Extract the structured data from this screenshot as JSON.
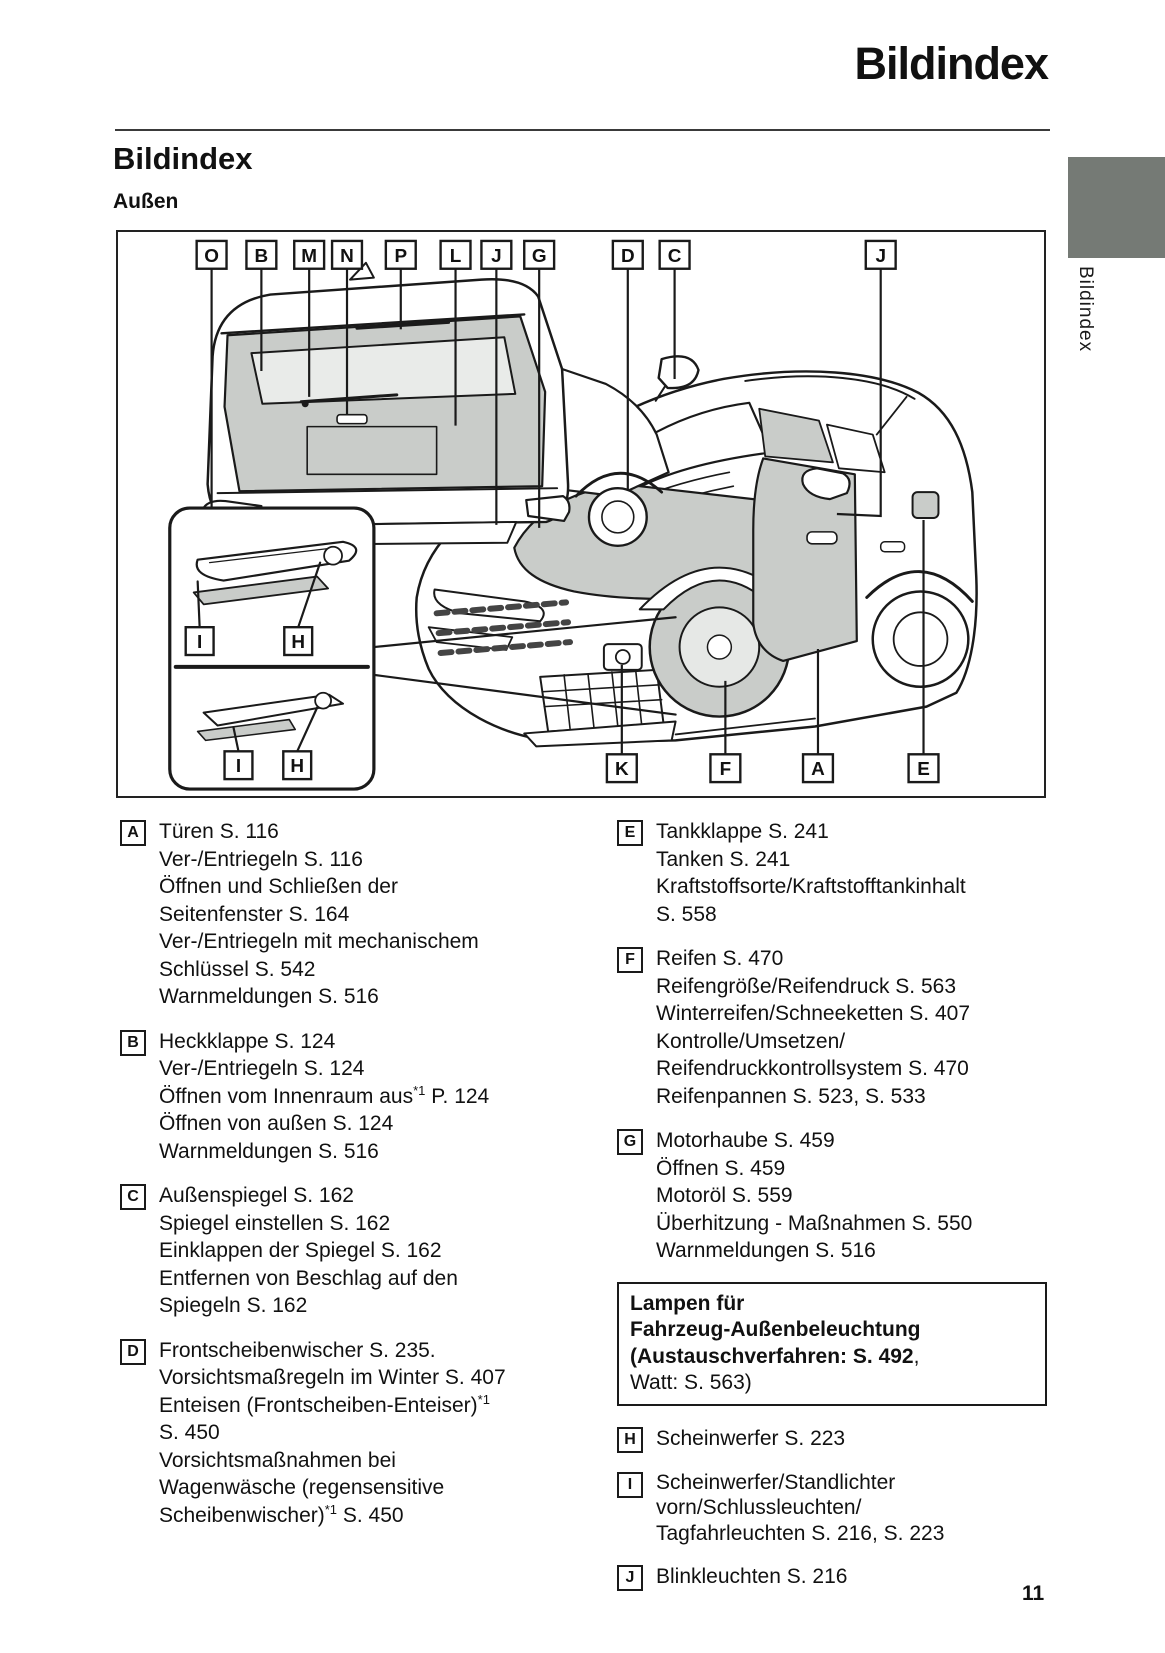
{
  "header": {
    "chapter_title": "Bildindex"
  },
  "section": {
    "title": "Bildindex",
    "subtitle": "Außen"
  },
  "sidebar": {
    "tab_label": "Bildindex",
    "tab_color": "#757a75"
  },
  "page": {
    "number": "11"
  },
  "diagram": {
    "top_labels": [
      "O",
      "B",
      "M",
      "N",
      "P",
      "L",
      "J",
      "G",
      "D",
      "C",
      "J"
    ],
    "bottom_labels": [
      "K",
      "F",
      "A",
      "E"
    ],
    "inset_row1": [
      "I",
      "H"
    ],
    "inset_row2": [
      "I",
      "H"
    ],
    "shade_color": "#c9ccc9",
    "line_color": "#1a1a1a"
  },
  "columns": {
    "left": [
      {
        "type": "item",
        "letter": "A",
        "lines": [
          [
            {
              "t": "Türen S. 116"
            }
          ],
          [
            {
              "t": "Ver-/Entriegeln S. 116"
            }
          ],
          [
            {
              "t": "Öffnen und Schließen der"
            }
          ],
          [
            {
              "t": "Seitenfenster S. 164"
            }
          ],
          [
            {
              "t": "Ver-/Entriegeln mit mechanischem"
            }
          ],
          [
            {
              "t": "Schlüssel S. 542"
            }
          ],
          [
            {
              "t": "Warnmeldungen S. 516"
            }
          ]
        ]
      },
      {
        "type": "item",
        "letter": "B",
        "lines": [
          [
            {
              "t": "Heckklappe S. 124"
            }
          ],
          [
            {
              "t": "Ver-/Entriegeln S. 124"
            }
          ],
          [
            {
              "t": "Öffnen vom Innenraum aus"
            },
            {
              "t": "*1",
              "sup": true
            },
            {
              "t": " P. 124"
            }
          ],
          [
            {
              "t": "Öffnen von außen S. 124"
            }
          ],
          [
            {
              "t": "Warnmeldungen S. 516"
            }
          ]
        ]
      },
      {
        "type": "item",
        "letter": "C",
        "lines": [
          [
            {
              "t": "Außenspiegel S. 162"
            }
          ],
          [
            {
              "t": "Spiegel einstellen S. 162"
            }
          ],
          [
            {
              "t": "Einklappen der Spiegel S. 162"
            }
          ],
          [
            {
              "t": "Entfernen von Beschlag auf den"
            }
          ],
          [
            {
              "t": "Spiegeln S. 162"
            }
          ]
        ]
      },
      {
        "type": "item",
        "letter": "D",
        "lines": [
          [
            {
              "t": "Frontscheibenwischer S. 235."
            }
          ],
          [
            {
              "t": "Vorsichtsmaßregeln im Winter S. 407"
            }
          ],
          [
            {
              "t": "Enteisen (Frontscheiben-Enteiser)"
            },
            {
              "t": "*1",
              "sup": true
            }
          ],
          [
            {
              "t": "S. 450"
            }
          ],
          [
            {
              "t": "Vorsichtsmaßnahmen bei"
            }
          ],
          [
            {
              "t": "Wagenwäsche (regensensitive"
            }
          ],
          [
            {
              "t": "Scheibenwischer)"
            },
            {
              "t": "*1",
              "sup": true
            },
            {
              "t": " S. 450"
            }
          ]
        ]
      }
    ],
    "right": [
      {
        "type": "item",
        "letter": "E",
        "lines": [
          [
            {
              "t": "Tankklappe S. 241"
            }
          ],
          [
            {
              "t": "Tanken S. 241"
            }
          ],
          [
            {
              "t": "Kraftstoffsorte/Kraftstofftankinhalt"
            }
          ],
          [
            {
              "t": "S. 558"
            }
          ]
        ]
      },
      {
        "type": "item",
        "letter": "F",
        "lines": [
          [
            {
              "t": "Reifen S. 470"
            }
          ],
          [
            {
              "t": "Reifengröße/Reifendruck S. 563"
            }
          ],
          [
            {
              "t": "Winterreifen/Schneeketten S. 407"
            }
          ],
          [
            {
              "t": "Kontrolle/Umsetzen/"
            }
          ],
          [
            {
              "t": "Reifendruckkontrollsystem S. 470"
            }
          ],
          [
            {
              "t": "Reifenpannen S. 523, S. 533"
            }
          ]
        ]
      },
      {
        "type": "item",
        "letter": "G",
        "lines": [
          [
            {
              "t": "Motorhaube S. 459"
            }
          ],
          [
            {
              "t": "Öffnen S. 459"
            }
          ],
          [
            {
              "t": "Motoröl S. 559"
            }
          ],
          [
            {
              "t": "Überhitzung - Maßnahmen S. 550"
            }
          ],
          [
            {
              "t": "Warnmeldungen S. 516"
            }
          ]
        ]
      },
      {
        "type": "box",
        "lines": [
          [
            {
              "t": "Lampen für",
              "b": true
            }
          ],
          [
            {
              "t": "Fahrzeug-Außenbeleuchtung",
              "b": true
            }
          ],
          [
            {
              "t": "(Austauschverfahren: S. 492",
              "b": true
            },
            {
              "t": ","
            }
          ],
          [
            {
              "t": "Watt: S. 563)"
            }
          ]
        ]
      },
      {
        "type": "item",
        "letter": "H",
        "lines": [
          [
            {
              "t": "Scheinwerfer S. 223"
            }
          ]
        ]
      },
      {
        "type": "item",
        "letter": "I",
        "tight": true,
        "lines": [
          [
            {
              "t": "Scheinwerfer/Standlichter"
            }
          ],
          [
            {
              "t": "vorn/Schlussleuchten/"
            }
          ],
          [
            {
              "t": "Tagfahrleuchten S. 216, S. 223"
            }
          ]
        ]
      },
      {
        "type": "item",
        "letter": "J",
        "lines": [
          [
            {
              "t": "Blinkleuchten S. 216"
            }
          ]
        ]
      }
    ]
  }
}
